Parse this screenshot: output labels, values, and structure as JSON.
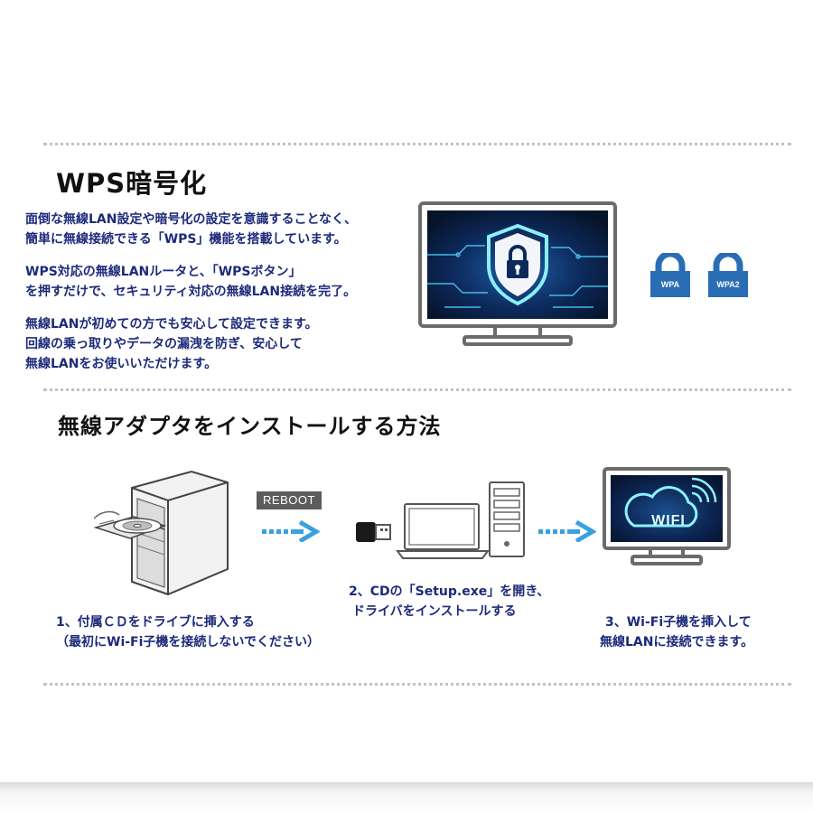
{
  "section1": {
    "title": "WPS暗号化",
    "para1": [
      "面倒な無線LAN設定や暗号化の設定を意識することなく、",
      "簡単に無線接続できる「WPS」機能を搭載しています。"
    ],
    "para2": [
      "WPS対応の無線LANルータと、「WPSボタン」",
      "を押すだけで、セキュリティ対応の無線LAN接続を完了。"
    ],
    "para3": [
      "無線LANが初めての方でも安心して設定できます。",
      "回線の乗っ取りやデータの漏洩を防ぎ、安心して",
      "無線LANをお使いいただけます。"
    ],
    "badges": [
      "WPA",
      "WPA2"
    ]
  },
  "section2": {
    "title": "無線アダプタをインストールする方法",
    "reboot_label": "REBOOT",
    "wifi_label": "WIFI",
    "step1": [
      "1、付属ＣＤをドライブに挿入する",
      "（最初にWi-Fi子機を接続しないでください）"
    ],
    "step2": [
      "2、CDの「Setup.exe」を開き、",
      "ドライバをインストールする"
    ],
    "step3": [
      "3、Wi-Fi子機を挿入して",
      "無線LANに接続できます。"
    ]
  },
  "colors": {
    "text_blue": "#1c2a7a",
    "lock_blue": "#2a6db5",
    "arrow_blue": "#3aa0e0",
    "screen_dark": "#0a1838",
    "neon_cyan": "#6fe6ff"
  }
}
